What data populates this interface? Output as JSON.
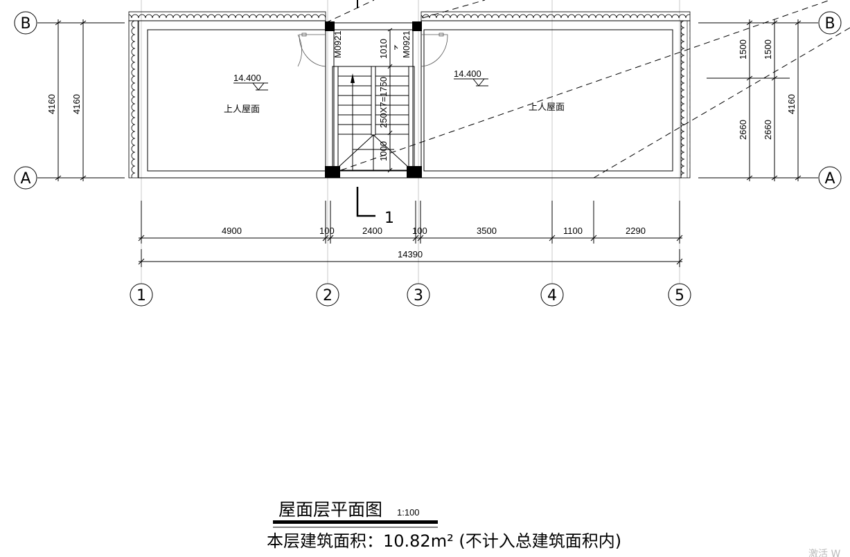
{
  "drawing": {
    "title": "屋面层平面图",
    "scale": "1:100",
    "area_note": "本层建筑面积：10.82m² (不计入总建筑面积内)",
    "watermark": "激活 W",
    "axes_horizontal": [
      "1",
      "2",
      "3",
      "4",
      "5"
    ],
    "axes_vertical": [
      "A",
      "B"
    ],
    "dimensions_bottom": [
      "4900",
      "100",
      "2400",
      "100",
      "3500",
      "1100",
      "2290"
    ],
    "dimension_total": "14390",
    "dimensions_left": [
      "4160",
      "4160"
    ],
    "dimensions_right": [
      "1500",
      "1500",
      "2660",
      "2660",
      "4160"
    ],
    "stair": {
      "flight": "250X7=1750",
      "landing_top": "1010",
      "landing_bottom": "1000",
      "door_left": "M0921",
      "door_right": "M0921"
    },
    "section_mark": "1",
    "left_roof": {
      "elevation": "14.400",
      "label": "上人屋面"
    },
    "right_roof": {
      "elevation": "14.400",
      "label": "上人屋面"
    }
  }
}
